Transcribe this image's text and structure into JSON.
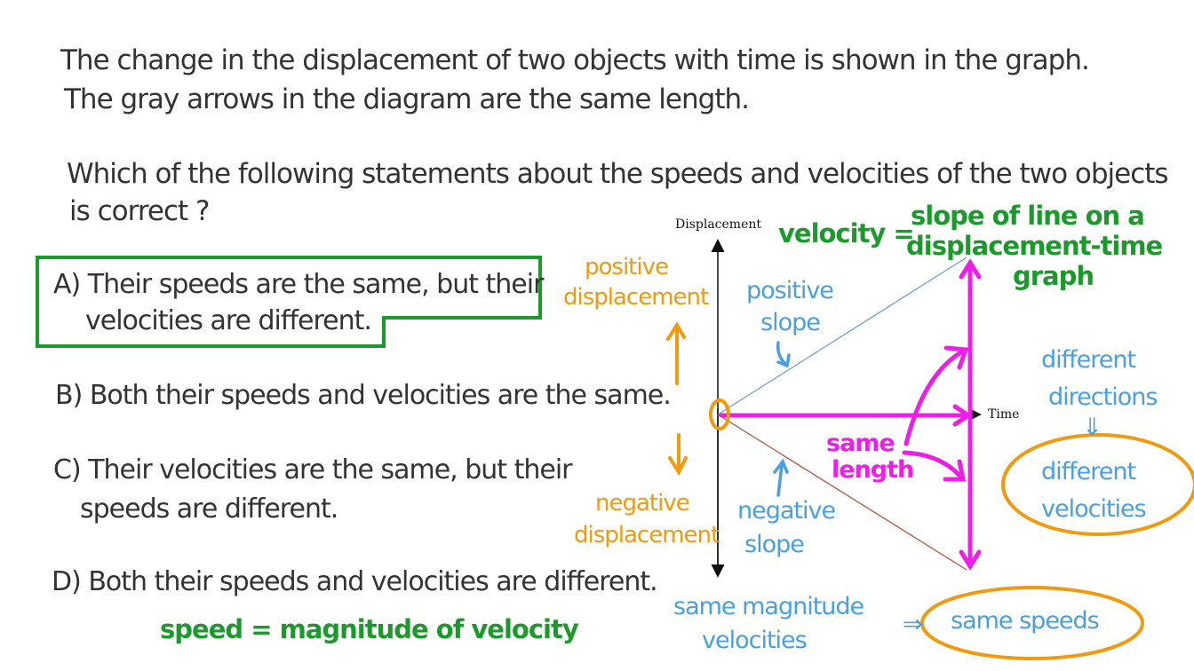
{
  "question": {
    "line1": "The change in the displacement of two objects with time is shown in the graph.",
    "line2": "The gray arrows in the diagram are the same length.",
    "line3": "Which of the following statements about the speeds and velocities of the two objects",
    "line4": "is correct ?"
  },
  "options": [
    {
      "letter": "A",
      "line1": "A) Their speeds are the same, but their",
      "line2": "velocities are different.",
      "correct": true
    },
    {
      "letter": "B",
      "line1": "B) Both their speeds and velocities are the same."
    },
    {
      "letter": "C",
      "line1": "C) Their velocities are the same, but their",
      "line2": "speeds are different."
    },
    {
      "letter": "D",
      "line1": "D) Both their speeds and velocities are different."
    }
  ],
  "notes": {
    "speed_def": "speed = magnitude of velocity",
    "velocity_def": "velocity =",
    "slope_def": [
      "slope of line on a",
      "displacement-time",
      "graph"
    ],
    "positive_displacement": [
      "positive",
      "displacement"
    ],
    "negative_displacement": [
      "negative",
      "displacement"
    ],
    "positive_slope": [
      "positive",
      "slope"
    ],
    "negative_slope": [
      "negative",
      "slope"
    ],
    "same_length": [
      "same",
      "length"
    ],
    "different_directions": [
      "different",
      "directions"
    ],
    "implies_down": "⇓",
    "different_velocities": [
      "different",
      "velocities"
    ],
    "same_magnitude": [
      "same magnitude",
      "velocities"
    ],
    "implies_right": "⇒",
    "same_speeds": "same speeds"
  },
  "graph": {
    "y_axis_label": "Displacement",
    "x_axis_label": "Time"
  },
  "colors": {
    "green": "#1a9a2a",
    "orange": "#f29a0e",
    "blue": "#4a9fe0",
    "magenta": "#ee1ee8",
    "pos_line": "#6a9ccc",
    "neg_line": "#b0503a"
  }
}
